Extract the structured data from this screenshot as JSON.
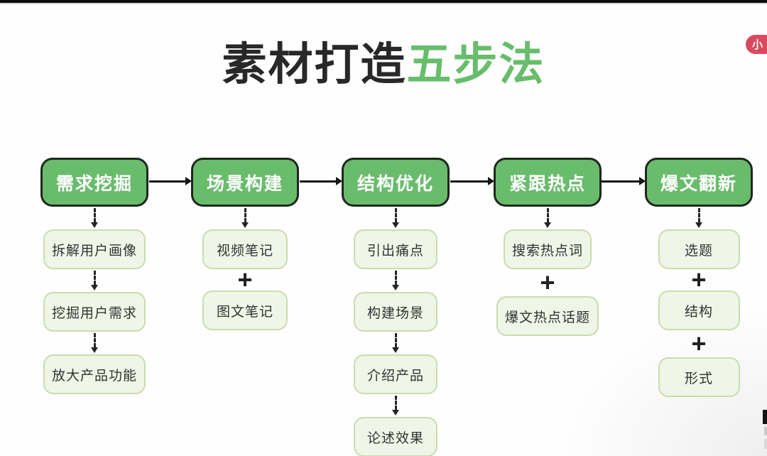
{
  "title": {
    "black": "素材打造",
    "green": "五步法"
  },
  "watermark": {
    "label": "小"
  },
  "flow": {
    "plus_symbol": "+",
    "columns": [
      {
        "header": "需求挖掘",
        "children": [
          "拆解用户画像",
          "挖掘用户需求",
          "放大产品功能"
        ]
      },
      {
        "header": "场景构建",
        "children": [
          "视频笔记",
          "图文笔记"
        ]
      },
      {
        "header": "结构优化",
        "children": [
          "引出痛点",
          "构建场景",
          "介绍产品",
          "论述效果"
        ]
      },
      {
        "header": "紧跟热点",
        "children": [
          "搜索热点词",
          "爆文热点话题"
        ]
      },
      {
        "header": "爆文翻新",
        "children": [
          "选题",
          "结构",
          "形式"
        ]
      }
    ]
  },
  "colors": {
    "header_green": "#6abc6d",
    "header_border": "#1f271f",
    "light_green_fill": "#eff5e7",
    "light_green_border": "#cadcae",
    "title_black": "#282828",
    "title_green": "#68bd6c",
    "watermark_red": "#d94a5f",
    "arrow_black": "#242424"
  }
}
